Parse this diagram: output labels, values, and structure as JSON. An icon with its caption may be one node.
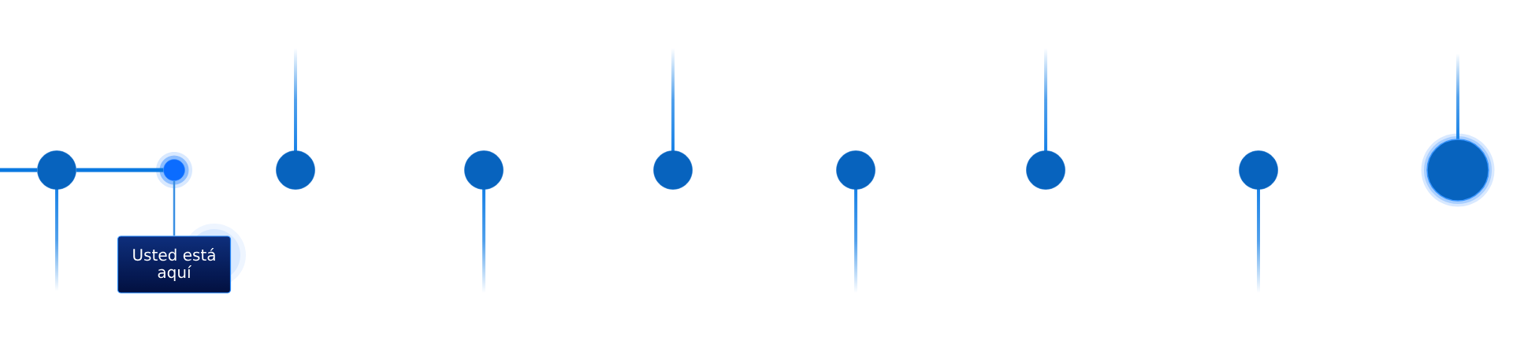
{
  "diagram": {
    "nodes": [
      {
        "text": [],
        "shape": "circle"
      },
      {
        "text": [],
        "shape": "circle"
      },
      {
        "text": [
          "Usted está aquí"
        ]
      },
      {
        "text": [],
        "shape": "circle"
      },
      {
        "text": [],
        "shape": "circle"
      },
      {
        "text": [],
        "shape": "circle"
      },
      {
        "text": [],
        "shape": "circle"
      },
      {
        "text": [],
        "shape": "circle"
      },
      {
        "text": [],
        "shape": "circle"
      },
      {
        "text": [],
        "shape": "circle"
      }
    ],
    "edges": [
      {
        "from": null,
        "to": 0,
        "arrow": "none"
      },
      {
        "from": 0,
        "to": 1,
        "arrow": "none"
      },
      {
        "from": 2,
        "to": 1,
        "arrow": "none"
      }
    ]
  }
}
